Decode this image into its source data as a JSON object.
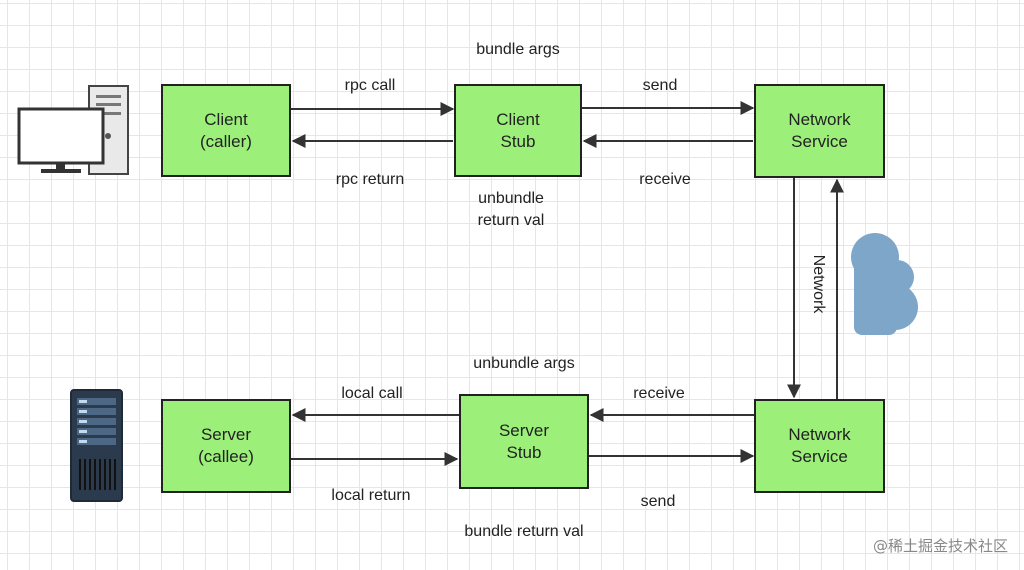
{
  "boxes": {
    "client": [
      "Client",
      "(caller)"
    ],
    "client_stub": [
      "Client",
      "Stub"
    ],
    "network_top": [
      "Network",
      "Service"
    ],
    "server": [
      "Server",
      "(callee)"
    ],
    "server_stub": [
      "Server",
      "Stub"
    ],
    "network_bottom": [
      "Network",
      "Service"
    ]
  },
  "labels": {
    "bundle_args": "bundle args",
    "rpc_call": "rpc call",
    "rpc_return": "rpc return",
    "send_top": "send",
    "receive_top": "receive",
    "unbundle_return_val": [
      "unbundle",
      "return val"
    ],
    "network": "Network",
    "unbundle_args": "unbundle args",
    "local_call": "local call",
    "local_return": "local return",
    "receive_bottom": "receive",
    "send_bottom": "send",
    "bundle_return_val": "bundle return val"
  },
  "icons": {
    "computer": "desktop-computer-icon",
    "server": "server-rack-icon",
    "cloud": "cloud-icon"
  },
  "colors": {
    "box_fill": "#9cf07a",
    "cloud_fill": "#7ea6c9"
  },
  "watermark": "@稀土掘金技术社区"
}
